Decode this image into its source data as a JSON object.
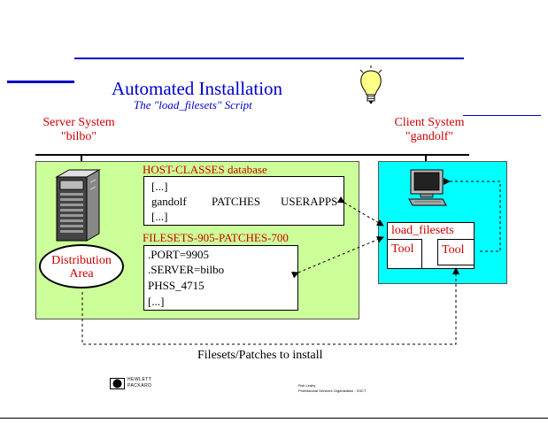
{
  "title": "Automated Installation",
  "subtitle": "The \"load_filesets\" Script",
  "server": {
    "label_line1": "Server System",
    "label_line2": "\"bilbo\""
  },
  "client": {
    "label_line1": "Client System",
    "label_line2": "\"gandolf\""
  },
  "host_classes": {
    "title": "HOST-CLASSES database",
    "lines": [
      "[...]",
      "gandolf",
      "PATCHES",
      "USERAPPS",
      "[...]"
    ]
  },
  "filesets": {
    "title": "FILESETS-905-PATCHES-700",
    "lines": [
      ".PORT=9905",
      ".SERVER=bilbo",
      "PHSS_4715",
      "[...]"
    ]
  },
  "distribution": {
    "line1": "Distribution",
    "line2": "Area"
  },
  "load_filesets": "load_filesets",
  "tool1": "Tool",
  "tool2": "Tool",
  "footer_caption": "Filesets/Patches to install",
  "logo": {
    "line1": "HEWLETT",
    "line2": "PACKARD"
  },
  "author": {
    "line1": "Rob Leahy",
    "line2": "Professional Services Organization - SSCT"
  },
  "colors": {
    "server_panel": "#ccff99",
    "client_panel": "#00ffff",
    "accent_blue": "#0000cc",
    "accent_red": "#cc0000"
  }
}
